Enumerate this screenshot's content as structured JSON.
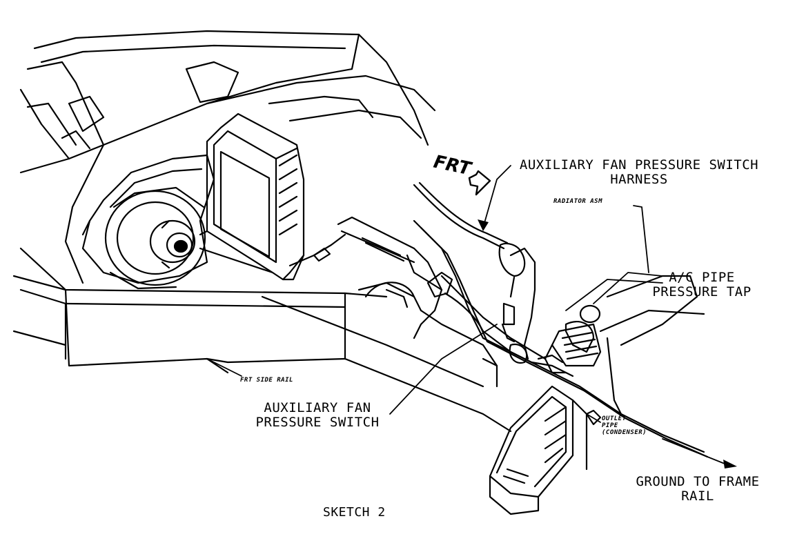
{
  "labels": {
    "frt": "FRT",
    "harness_1": "AUXILIARY FAN PRESSURE SWITCH",
    "harness_2": "HARNESS",
    "radiator": "RADIATOR ASM",
    "ac_1": "A/C PIPE",
    "ac_2": "PRESSURE TAP",
    "side_rail": "FRT SIDE RAIL",
    "switch_1": "AUXILIARY FAN",
    "switch_2": "PRESSURE SWITCH",
    "outlet_1": "OUTLET",
    "outlet_2": "PIPE",
    "outlet_3": "(CONDENSER)",
    "ground_1": "GROUND TO FRAME",
    "ground_2": "RAIL",
    "caption": "SKETCH 2"
  }
}
